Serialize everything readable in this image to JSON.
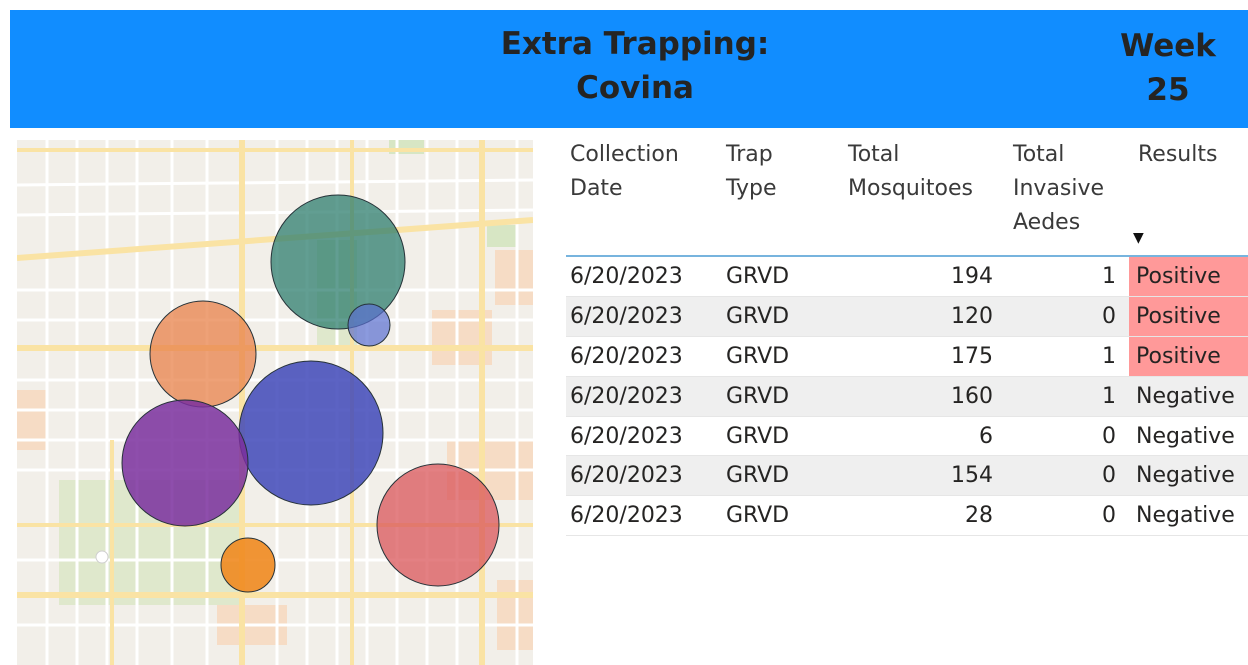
{
  "header": {
    "title": "Extra Trapping:\nCovina",
    "week": "Week\n25",
    "background": "#118dff"
  },
  "map": {
    "background": "#f2efe9",
    "road_color": "#fae3a4",
    "bubbles": [
      {
        "color": "#2e7d6e",
        "label": "teal-bubble"
      },
      {
        "color": "#5a6fd0",
        "label": "small-blue-bubble"
      },
      {
        "color": "#e8824a",
        "label": "orange-bubble"
      },
      {
        "color": "#3f48b8",
        "label": "blue-bubble"
      },
      {
        "color": "#7a2f9e",
        "label": "purple-bubble"
      },
      {
        "color": "#d9555a",
        "label": "red-bubble"
      },
      {
        "color": "#f08a20",
        "label": "small-orange-bubble"
      }
    ]
  },
  "table": {
    "columns": [
      "Collection\nDate",
      "Trap\nType",
      "Total\nMosquitoes",
      "Total\nInvasive\nAedes",
      "Results"
    ],
    "sort_indicator": "▼",
    "positive_color": "#ff9999",
    "rows": [
      {
        "date": "6/20/2023",
        "trap": "GRVD",
        "total": "194",
        "aedes": "1",
        "result": "Positive"
      },
      {
        "date": "6/20/2023",
        "trap": "GRVD",
        "total": "120",
        "aedes": "0",
        "result": "Positive"
      },
      {
        "date": "6/20/2023",
        "trap": "GRVD",
        "total": "175",
        "aedes": "1",
        "result": "Positive"
      },
      {
        "date": "6/20/2023",
        "trap": "GRVD",
        "total": "160",
        "aedes": "1",
        "result": "Negative"
      },
      {
        "date": "6/20/2023",
        "trap": "GRVD",
        "total": "6",
        "aedes": "0",
        "result": "Negative"
      },
      {
        "date": "6/20/2023",
        "trap": "GRVD",
        "total": "154",
        "aedes": "0",
        "result": "Negative"
      },
      {
        "date": "6/20/2023",
        "trap": "GRVD",
        "total": "28",
        "aedes": "0",
        "result": "Negative"
      }
    ]
  }
}
